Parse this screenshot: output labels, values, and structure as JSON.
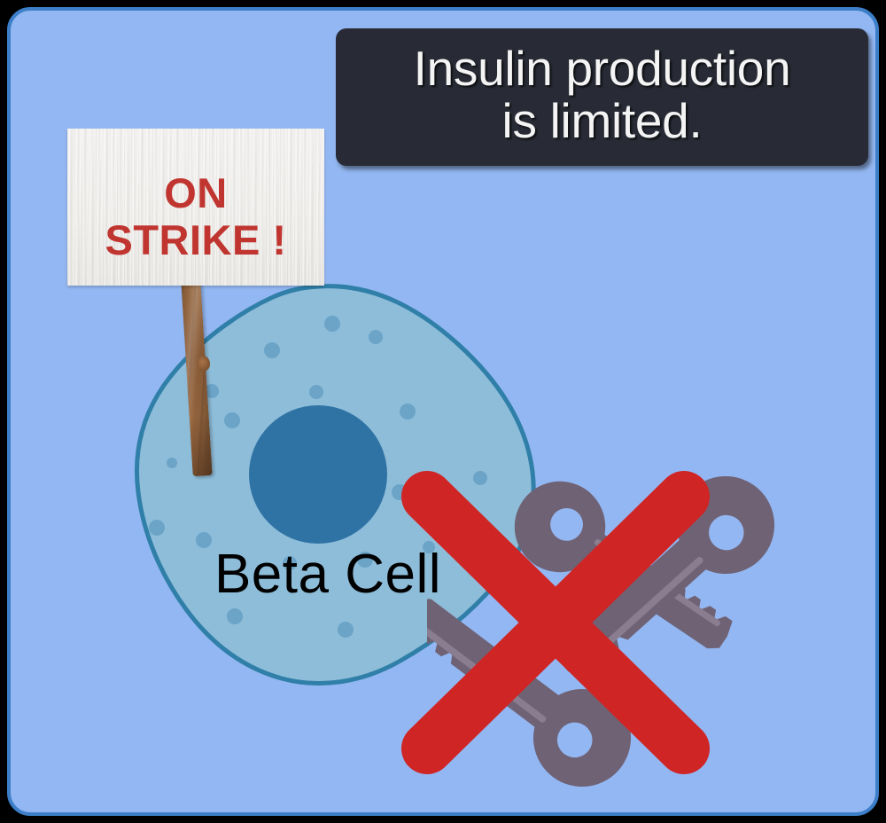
{
  "scene": {
    "background_color": "#93b7f2",
    "border_color": "#3c7fc8",
    "page_background": "#000000"
  },
  "caption": {
    "text": "Insulin production\nis limited.",
    "background_color": "#282b35",
    "text_color": "#f4f4f4"
  },
  "protest_sign": {
    "text": "ON\nSTRIKE !",
    "text_color": "#c0352f",
    "board_color": "#f4f3f0",
    "stick_color": "#8a5c38",
    "stick_name": "wooden-sign-stick"
  },
  "beta_cell": {
    "label": "Beta Cell",
    "label_color": "#000000",
    "membrane_color": "#2f7fa8",
    "cytoplasm_color": "#8ebdd9",
    "nucleus_color": "#2f73a5",
    "granule_color": "#6ba4c7",
    "granule_count": 18
  },
  "keys": {
    "count": 3,
    "color": "#6f6275",
    "highlight_color": "#8a7d90",
    "names": [
      "key-upper-left",
      "key-upper-right",
      "key-lower"
    ]
  },
  "red_cross": {
    "color": "#cf2525",
    "label": "crossed-out",
    "stroke_width": 58
  }
}
